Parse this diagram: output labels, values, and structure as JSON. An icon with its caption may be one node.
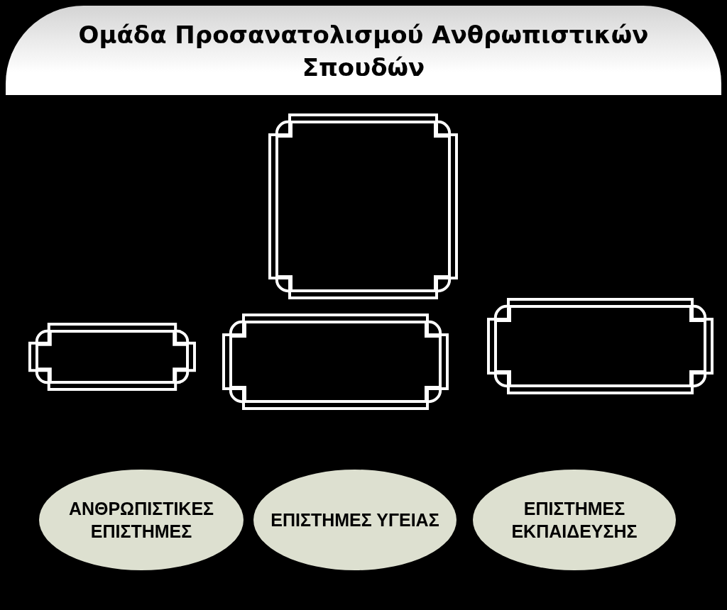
{
  "diagram": {
    "title": "Ομάδα Προσανατολισμού Ανθρωπιστικών Σπουδών",
    "nodes": [
      {
        "text": [],
        "shape": "box"
      },
      {
        "text": [],
        "shape": "box"
      },
      {
        "text": [],
        "shape": "box"
      },
      {
        "text": [],
        "shape": "box"
      },
      {
        "text": [
          "ΑΝΘΡΩΠΙΣΤΙΚΕΣ ΕΠΙΣΤΗΜΕΣ"
        ]
      },
      {
        "text": [
          "ΕΠΙΣΤΗΜΕΣ ΥΓΕΙΑΣ"
        ]
      },
      {
        "text": [
          "ΕΠΙΣΤΗΜΕΣ ΕΚΠΑΙΔΕΥΣΗΣ"
        ]
      }
    ]
  }
}
